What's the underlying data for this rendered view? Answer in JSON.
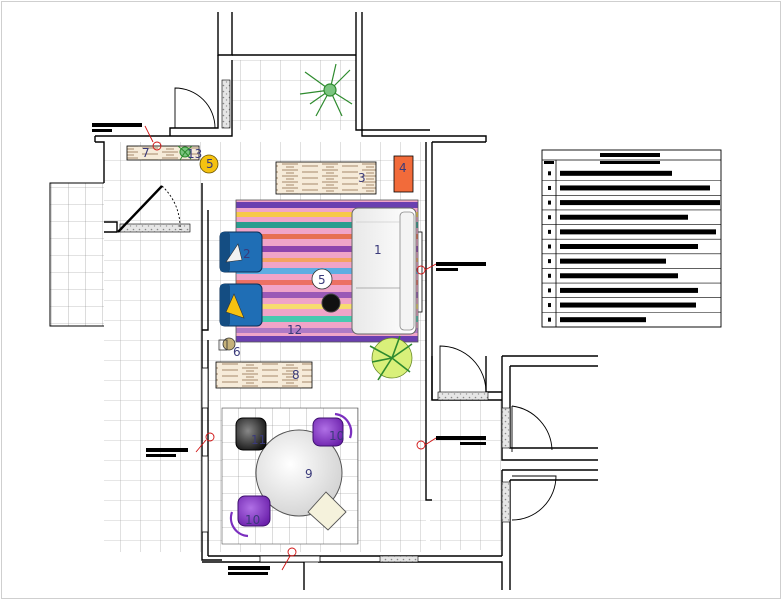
{
  "plan": {
    "furniture_labels": {
      "sofa": "1",
      "armchair_top": "2",
      "bench_top": "3",
      "cabinet": "4",
      "pouf_entry": "5",
      "pouf_center": "5",
      "lamp": "6",
      "shelf_entry": "7",
      "bench_bottom": "8",
      "table": "9",
      "chair_purple_top": "10",
      "chair_purple_bottom": "10",
      "chair_black": "11",
      "rug": "12",
      "entry_plant": "13"
    },
    "colors": {
      "wall": "#000000",
      "cabinet": "#f26b3a",
      "pouf_entry": "#f5c211",
      "armchair": "#1f6eb5",
      "chair_purple": "#7b2fbf",
      "chair_black": "#2a2a2a",
      "dimension_marker": "#d01010"
    }
  },
  "legend": {
    "rows": 11
  }
}
